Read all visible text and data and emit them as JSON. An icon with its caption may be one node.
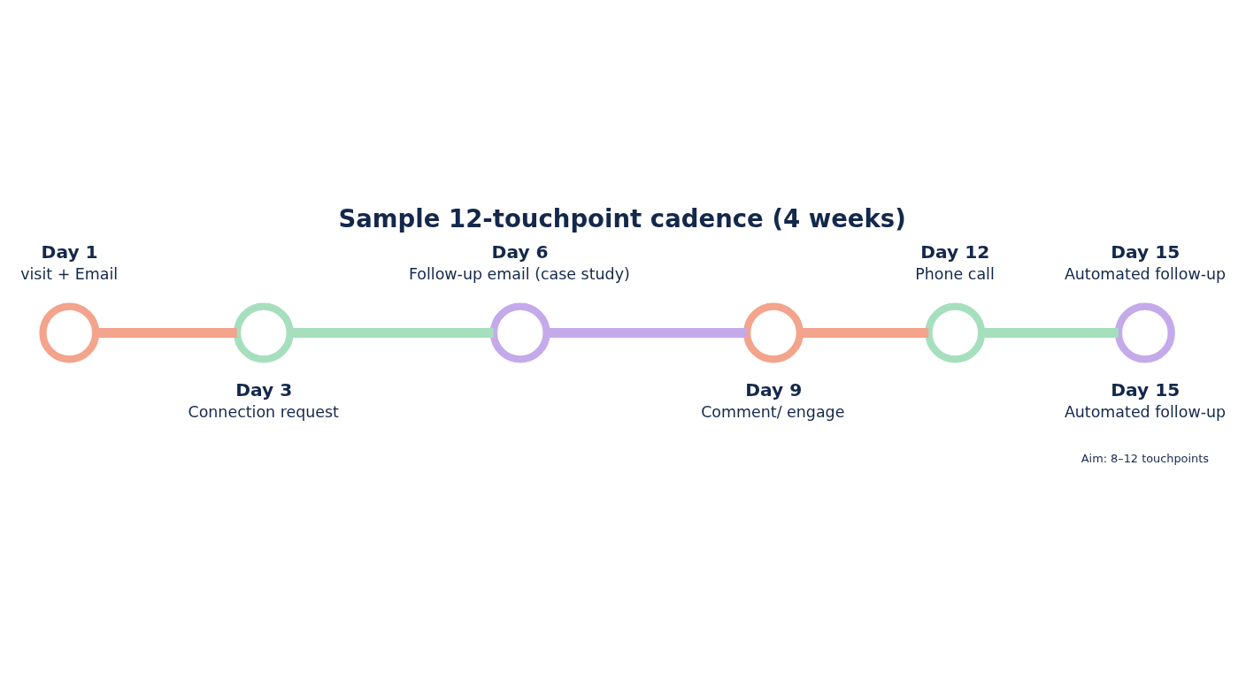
{
  "diagram": {
    "title": "Sample 12-touchpoint cadence (4 weeks)",
    "nodes": [
      {
        "text": [],
        "shape": "circle",
        "beside": [
          "Day 1",
          "visit + Email"
        ]
      },
      {
        "text": [],
        "shape": "circle",
        "beside": [
          "Day 3",
          "Connection request"
        ]
      },
      {
        "text": [],
        "shape": "circle",
        "beside": [
          "Day 6",
          "Follow-up email (case study)"
        ]
      },
      {
        "text": [],
        "shape": "circle",
        "beside": [
          "Day 9",
          "Comment/ engage"
        ]
      },
      {
        "text": [],
        "shape": "circle",
        "beside": [
          "Day 12",
          "Phone call"
        ]
      },
      {
        "text": [],
        "shape": "circle",
        "beside": [
          "Day 15",
          "Automated follow-up",
          "Day 15",
          "Automated follow-up"
        ]
      }
    ],
    "edges": [
      {
        "from": 0,
        "to": 1,
        "arrow": "none",
        "color": "#f4a38c"
      },
      {
        "from": 1,
        "to": 2,
        "arrow": "none",
        "color": "#a6dfbd"
      },
      {
        "from": 2,
        "to": 3,
        "arrow": "none",
        "color": "#c4aaea"
      },
      {
        "from": 3,
        "to": 4,
        "arrow": "none",
        "color": "#f4a38c"
      },
      {
        "from": 4,
        "to": 5,
        "arrow": "none",
        "color": "#a6dfbd"
      }
    ],
    "labels": [
      "Aim: 8–12 touchpoints"
    ]
  }
}
